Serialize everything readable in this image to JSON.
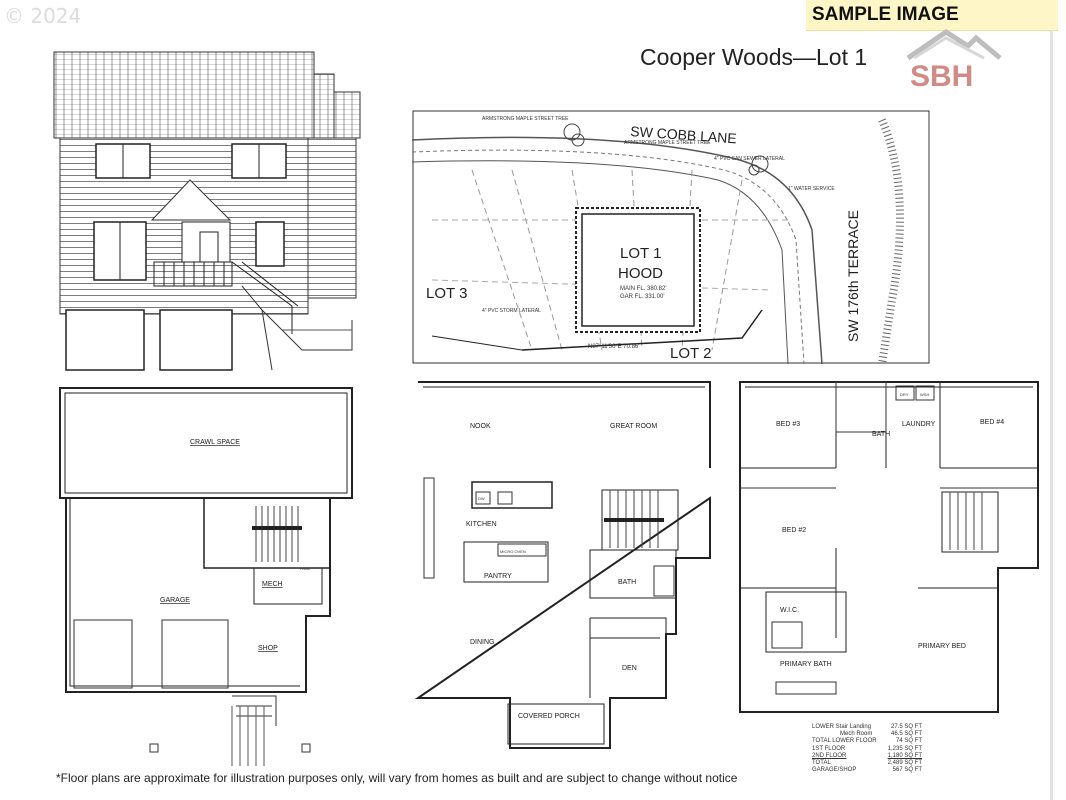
{
  "copyright": "© 2024",
  "banner": "SAMPLE IMAGE",
  "logo_text": "SBH",
  "title": "Cooper Woods—Lot 1",
  "site_plan": {
    "street_top": "SW COBB LANE",
    "street_right": "SW 176th TERRACE",
    "lot": "LOT 1",
    "plan_name": "HOOD",
    "main_fl": "MAIN FL. 380.82'",
    "gar_fl": "GAR FL. 331.00'",
    "lot_left": "LOT 3",
    "lot_bottom": "LOT 2",
    "note_tree1": "ARMSTRONG MAPLE STREET TREE",
    "note_tree2": "ARMSTRONG MAPLE STREET TREE",
    "note_sewer": "4\" PVC SAN SEWER LATERAL",
    "note_water": "1\" WATER SERVICE",
    "note_storm": "4\" PVC STORM LATERAL",
    "note_bearing": "N87°11'30\"E 70.86'"
  },
  "lower_plan": {
    "crawl": "CRAWL SPACE",
    "garage": "GARAGE",
    "mech": "MECH",
    "shop": "SHOP",
    "hvac": "HVAC"
  },
  "main_plan": {
    "nook": "NOOK",
    "great_room": "GREAT ROOM",
    "kitchen": "KITCHEN",
    "pantry": "PANTRY",
    "micro_oven": "MICRO OVEN",
    "dw": "DW",
    "bath": "BATH",
    "dining": "DINING",
    "den": "DEN",
    "covered_porch": "COVERED PORCH"
  },
  "upper_plan": {
    "bed3": "BED #3",
    "bath": "BATH",
    "laundry": "LAUNDRY",
    "bed4": "BED #4",
    "bed2": "BED #2",
    "wic": "W.I.C.",
    "primary_bath": "PRIMARY BATH",
    "primary_bed": "PRIMARY BED",
    "dry": "DRY",
    "wsh": "WSH"
  },
  "sqft_table": [
    {
      "label": "LOWER  Stair Landing",
      "value": "27.5 SQ FT"
    },
    {
      "label": "Mech Room",
      "value": "46.5 SQ FT"
    },
    {
      "label": "TOTAL LOWER FLOOR",
      "value": "74 SQ FT"
    },
    {
      "label": "1ST FLOOR",
      "value": "1,235 SQ FT"
    },
    {
      "label": "2ND FLOOR",
      "value": "1,180 SQ FT"
    },
    {
      "label": "TOTAL",
      "value": "2,489 SQ FT"
    },
    {
      "label": "GARAGE/SHOP",
      "value": "567 SQ FT"
    }
  ],
  "footnote": "*Floor plans are approximate for illustration purposes only, will vary from homes as built and are subject to change without notice",
  "colors": {
    "banner_bg": "#fff6c8",
    "logo_red": "#c94a43",
    "line": "#333333"
  }
}
